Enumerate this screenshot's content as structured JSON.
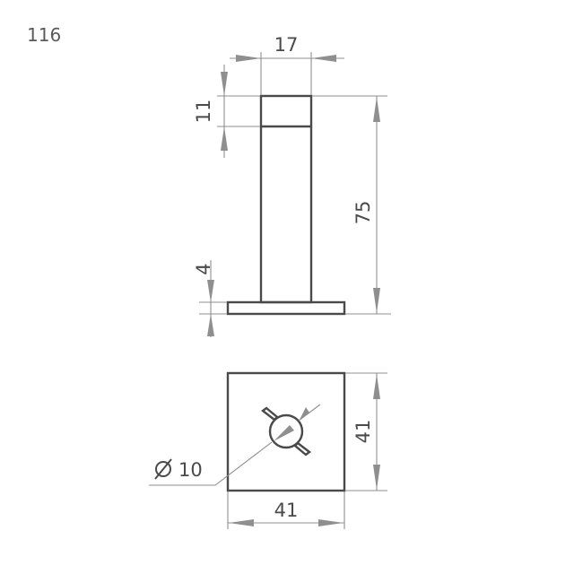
{
  "figure": {
    "number": "116"
  },
  "side_view": {
    "dims": {
      "shaft_width": "17",
      "cap_height": "11",
      "total_height": "75",
      "plate_thickness": "4"
    }
  },
  "top_view": {
    "dims": {
      "plate_width": "41",
      "plate_depth": "41",
      "hole_diameter": "10"
    }
  },
  "colors": {
    "part_stroke": "#4a4a4a",
    "dimension_stroke": "#8f8f8f"
  }
}
